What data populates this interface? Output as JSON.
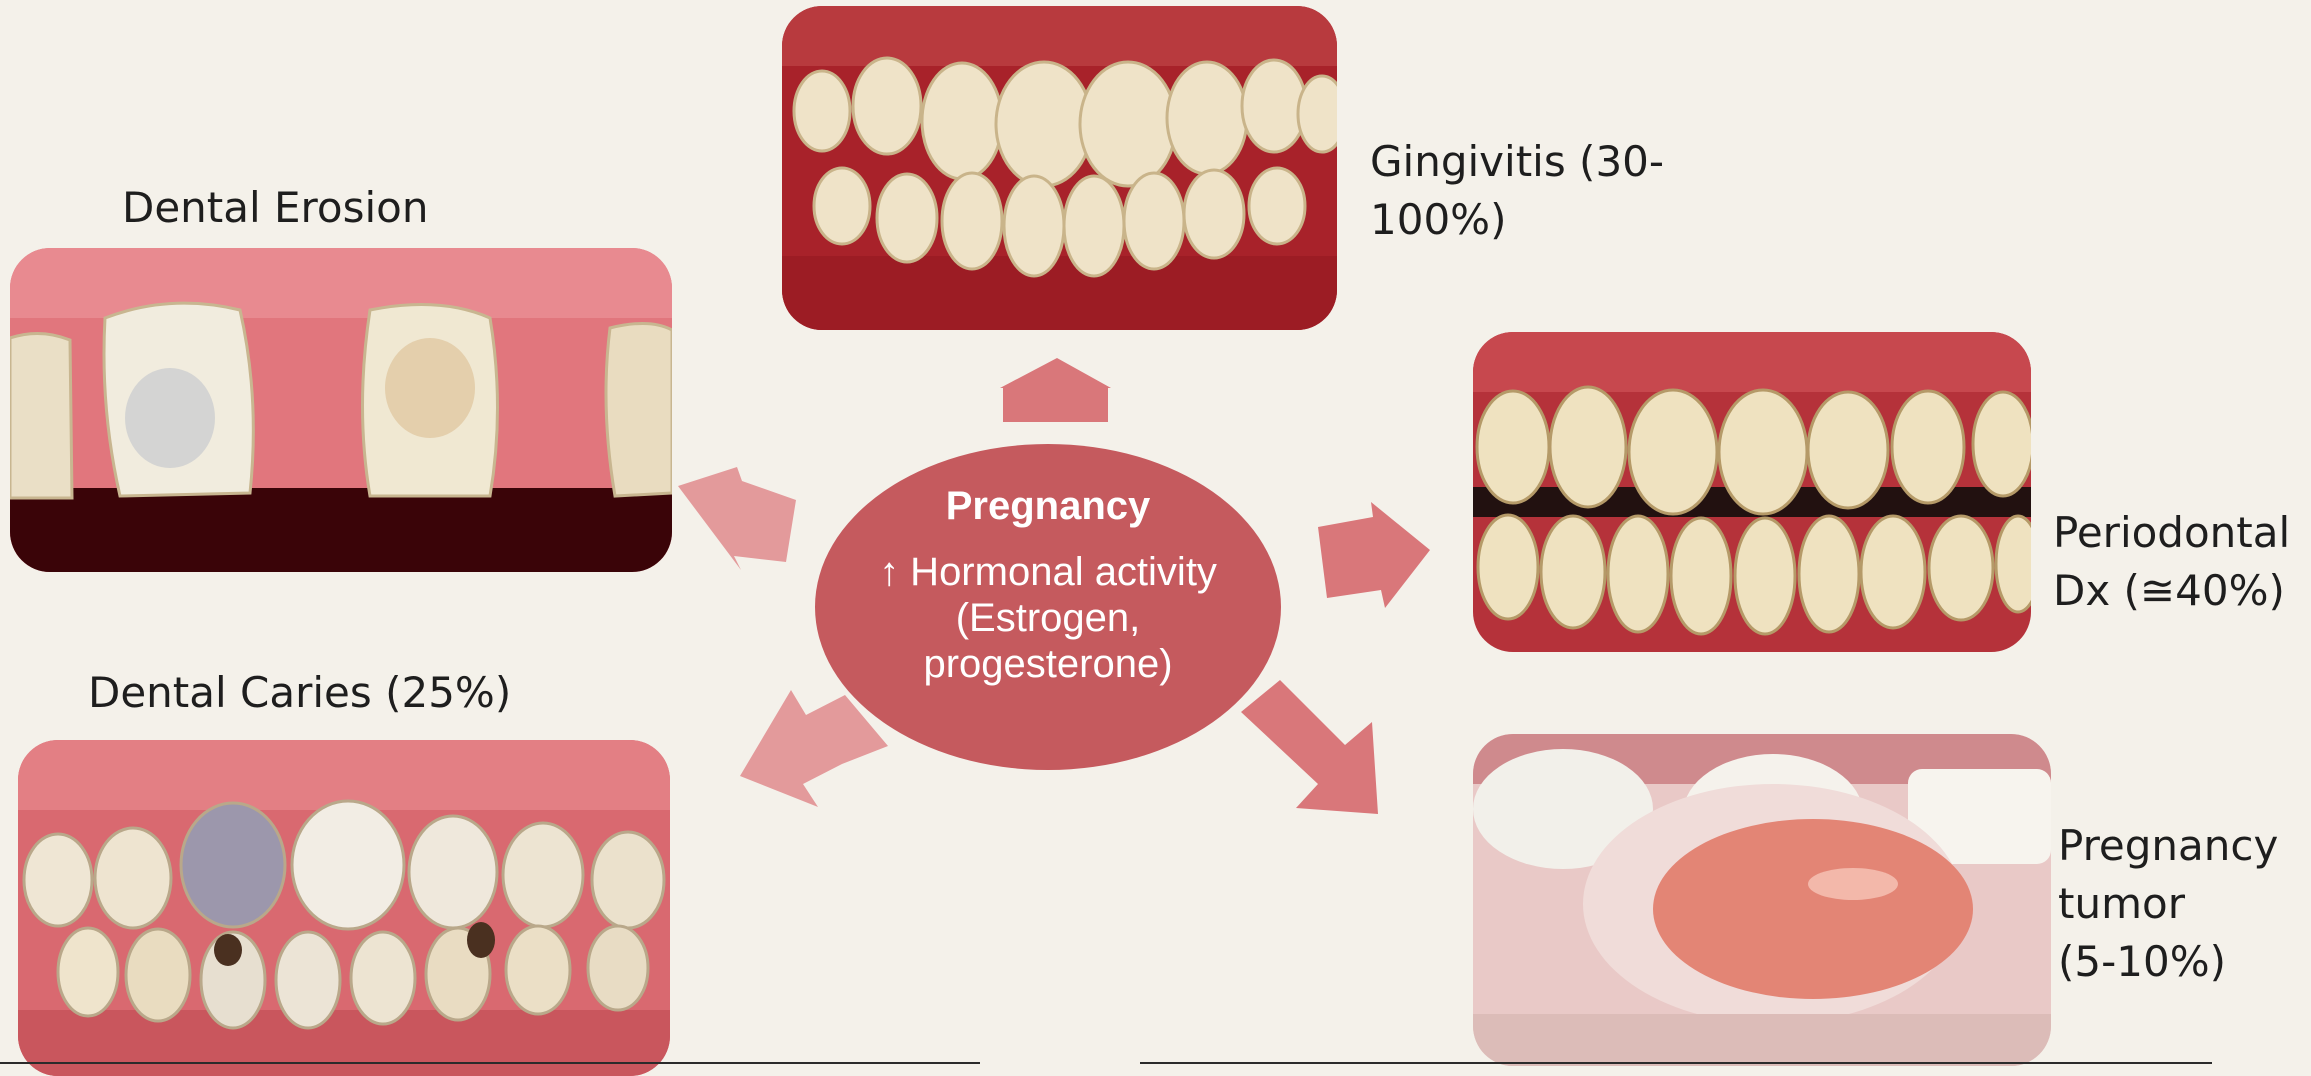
{
  "center": {
    "title": "Pregnancy",
    "body": "↑ Hormonal activity (Estrogen, progesterone)"
  },
  "conditions": {
    "gingivitis": "Gingivitis (30-\n100%)",
    "erosion": "Dental Erosion",
    "periodontal": "Periodontal\nDx (≅40%)",
    "caries": "Dental Caries (25%)",
    "tumor": "Pregnancy\ntumor\n(5-10%)"
  },
  "colors": {
    "hub": "#c55a5e",
    "arrow": "#d9777a",
    "arrow_light": "#e39a9b",
    "background": "#f4f1ea"
  },
  "images": {
    "gingivitis": "photo of inflamed gums (gingivitis)",
    "erosion": "photo of eroded incisors",
    "periodontal": "photo of teeth with periodontal disease",
    "caries": "photo of carious teeth",
    "tumor": "photo of pregnancy tumor on gum"
  }
}
